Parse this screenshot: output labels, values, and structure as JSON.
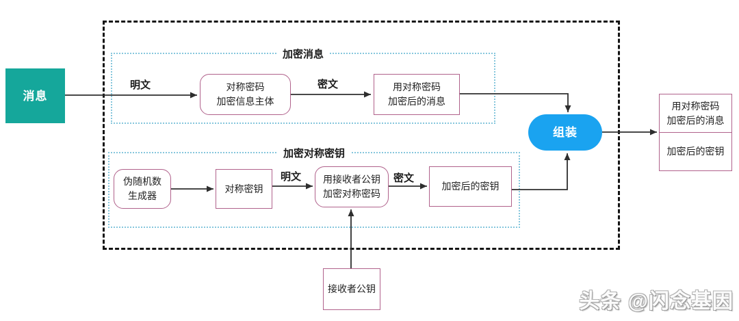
{
  "diagram": {
    "watermark": "头条 @闪念基因",
    "colors": {
      "teal": "#15a79b",
      "blue": "#1aa3f0",
      "node_border": "#b0618b",
      "group_border": "#85c6dc",
      "arrow": "#2e2e2e",
      "outer_border": "#141414"
    },
    "groups": {
      "encrypt_message": {
        "label": "加密消息"
      },
      "encrypt_sym_key": {
        "label": "加密对称密钥"
      }
    },
    "nodes": {
      "message": "消息",
      "sym_cipher_body": {
        "line1": "对称密码",
        "line2": "加密信息主体"
      },
      "encrypted_message": {
        "line1": "用对称密码",
        "line2": "加密后的消息"
      },
      "prng": {
        "line1": "伪随机数",
        "line2": "生成器"
      },
      "sym_key": "对称密钥",
      "pubkey_encrypt": {
        "line1": "用接收者公钥",
        "line2": "加密对称密码"
      },
      "encrypted_key": "加密后的密钥",
      "assemble": "组装",
      "receiver_pubkey": "接收者公钥",
      "output": {
        "top_line1": "用对称密码",
        "top_line2": "加密后的消息",
        "bottom": "加密后的密钥"
      }
    },
    "edge_labels": {
      "plaintext_top": "明文",
      "ciphertext_top": "密文",
      "plaintext_bottom": "明文",
      "ciphertext_bottom": "密文"
    }
  }
}
